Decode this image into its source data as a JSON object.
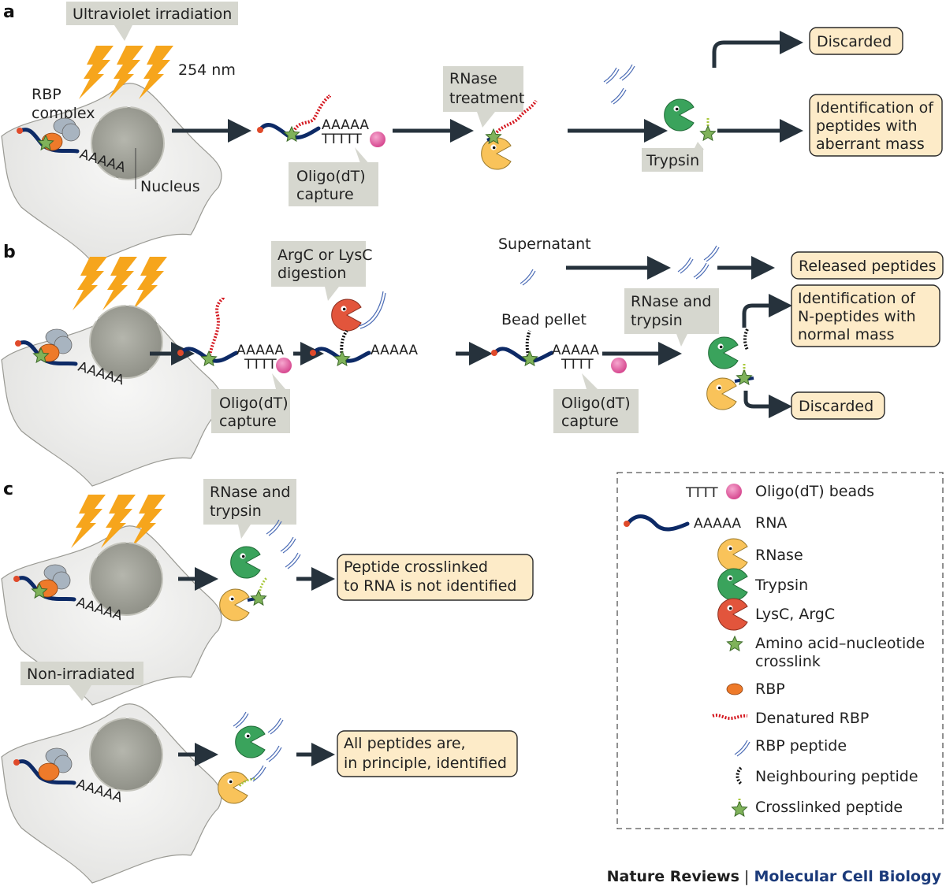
{
  "panels": {
    "a": {
      "label": "a",
      "uv_callout": "Ultraviolet irradiation",
      "wavelength": "254 nm",
      "rbp_complex": [
        "RBP",
        "complex"
      ],
      "nucleus": "Nucleus",
      "polyA": "AAAAA",
      "polyT": "TTTTT",
      "oligo_callout": [
        "Oligo(dT)",
        "capture"
      ],
      "rnase_callout": [
        "RNase",
        "treatment"
      ],
      "trypsin_callout": "Trypsin",
      "out_discarded": "Discarded",
      "out_identification": [
        "Identification of",
        "peptides with",
        "aberrant mass"
      ]
    },
    "b": {
      "label": "b",
      "polyA": "AAAAA",
      "polyT": "TTTT",
      "oligo_callout_1": [
        "Oligo(dT)",
        "capture"
      ],
      "digestion_callout": [
        "ArgC or LysC",
        "digestion"
      ],
      "supernatant": "Supernatant",
      "bead_pellet": "Bead pellet",
      "oligo_callout_2": [
        "Oligo(dT)",
        "capture"
      ],
      "rnase_trypsin_callout": [
        "RNase and",
        "trypsin"
      ],
      "out_released": "Released peptides",
      "out_identification": [
        "Identification of",
        "N-peptides with",
        "normal mass"
      ],
      "out_discarded": "Discarded"
    },
    "c": {
      "label": "c",
      "polyA": "AAAAA",
      "rnase_trypsin_callout": [
        "RNase and",
        "trypsin"
      ],
      "out_crosslinked": [
        "Peptide crosslinked",
        "to RNA is not identified"
      ],
      "non_irradiated_callout": "Non-irradiated",
      "out_all": [
        "All peptides are,",
        "in principle, identified"
      ]
    }
  },
  "legend": {
    "items": [
      {
        "symbol": "oligo-dT-bead",
        "prefix": "TTTT",
        "label": "Oligo(dT) beads"
      },
      {
        "symbol": "rna",
        "prefix": "AAAAA",
        "label": "RNA"
      },
      {
        "symbol": "rnase",
        "label": "RNase",
        "color": "#f9c35a"
      },
      {
        "symbol": "trypsin",
        "label": "Trypsin",
        "color": "#3aa35c"
      },
      {
        "symbol": "lysc-argc",
        "label": "LysC, ArgC",
        "color": "#e2553c"
      },
      {
        "symbol": "crosslink-star",
        "label": "Amino acid–nucleotide",
        "label2": "crosslink",
        "color": "#7fb25a"
      },
      {
        "symbol": "rbp",
        "label": "RBP",
        "color": "#ee7a2a"
      },
      {
        "symbol": "denatured-rbp",
        "label": "Denatured RBP",
        "color": "#d4171f"
      },
      {
        "symbol": "rbp-peptide",
        "label": "RBP peptide",
        "color": "#4a6bb5"
      },
      {
        "symbol": "neighbouring-peptide",
        "label": "Neighbouring peptide",
        "color": "#111111"
      },
      {
        "symbol": "crosslinked-peptide",
        "label": "Crosslinked peptide",
        "color": "#a8c83a"
      }
    ]
  },
  "footer": {
    "publisher": "Nature Reviews",
    "separator": " | ",
    "journal": "Molecular Cell Biology"
  },
  "colors": {
    "callout": "#d6d7cf",
    "output_box": "#fdebc8",
    "arrow": "#26323c",
    "rna": "#0d2a66",
    "bolt": "#f6a51c",
    "bead": "#e05aa0",
    "journal": "#1b3a7a"
  }
}
